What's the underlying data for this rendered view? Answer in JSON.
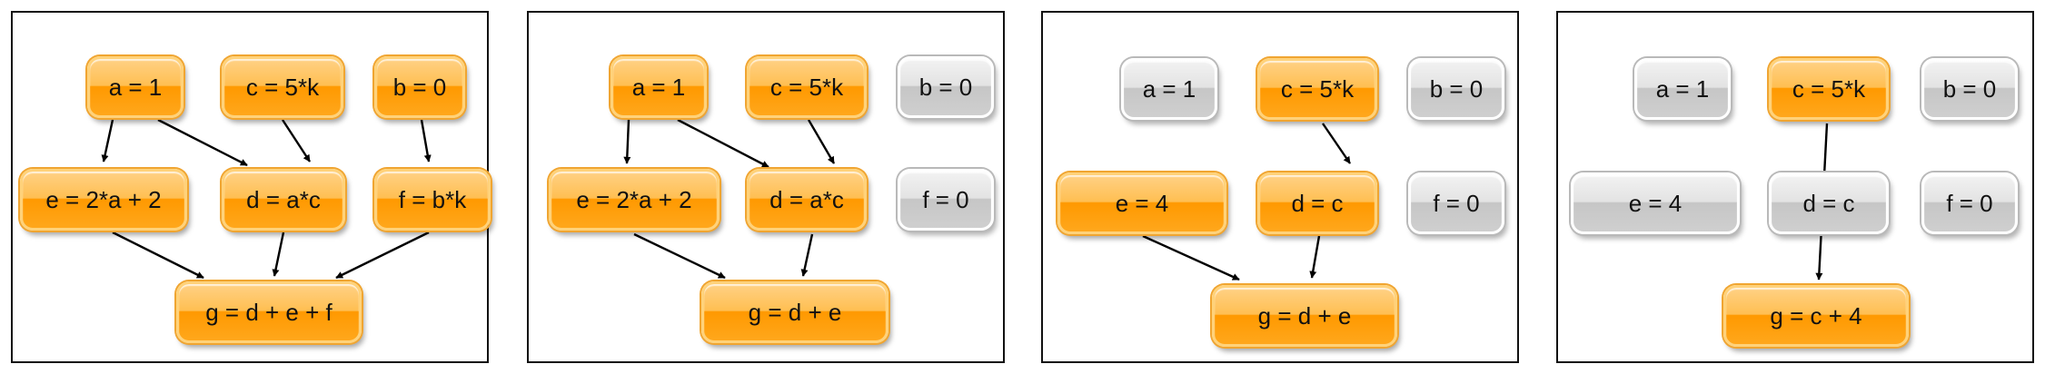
{
  "panels": [
    {
      "nodes": [
        {
          "id": "a",
          "label": "a = 1",
          "state": "active"
        },
        {
          "id": "c",
          "label": "c = 5*k",
          "state": "active"
        },
        {
          "id": "b",
          "label": "b = 0",
          "state": "active"
        },
        {
          "id": "e",
          "label": "e = 2*a + 2",
          "state": "active"
        },
        {
          "id": "d",
          "label": "d = a*c",
          "state": "active"
        },
        {
          "id": "f",
          "label": "f = b*k",
          "state": "active"
        },
        {
          "id": "g",
          "label": "g = d + e + f",
          "state": "active"
        }
      ],
      "edges": [
        [
          "a",
          "e"
        ],
        [
          "a",
          "d"
        ],
        [
          "c",
          "d"
        ],
        [
          "b",
          "f"
        ],
        [
          "e",
          "g"
        ],
        [
          "d",
          "g"
        ],
        [
          "f",
          "g"
        ]
      ]
    },
    {
      "nodes": [
        {
          "id": "a",
          "label": "a = 1",
          "state": "active"
        },
        {
          "id": "c",
          "label": "c = 5*k",
          "state": "active"
        },
        {
          "id": "b",
          "label": "b = 0",
          "state": "inactive"
        },
        {
          "id": "e",
          "label": "e = 2*a + 2",
          "state": "active"
        },
        {
          "id": "d",
          "label": "d = a*c",
          "state": "active"
        },
        {
          "id": "f",
          "label": "f = 0",
          "state": "inactive"
        },
        {
          "id": "g",
          "label": "g = d + e",
          "state": "active"
        }
      ],
      "edges": [
        [
          "a",
          "e"
        ],
        [
          "a",
          "d"
        ],
        [
          "c",
          "d"
        ],
        [
          "e",
          "g"
        ],
        [
          "d",
          "g"
        ]
      ]
    },
    {
      "nodes": [
        {
          "id": "a",
          "label": "a = 1",
          "state": "inactive"
        },
        {
          "id": "c",
          "label": "c = 5*k",
          "state": "active"
        },
        {
          "id": "b",
          "label": "b = 0",
          "state": "inactive"
        },
        {
          "id": "e",
          "label": "e = 4",
          "state": "active"
        },
        {
          "id": "d",
          "label": "d = c",
          "state": "active"
        },
        {
          "id": "f",
          "label": "f = 0",
          "state": "inactive"
        },
        {
          "id": "g",
          "label": "g = d + e",
          "state": "active"
        }
      ],
      "edges": [
        [
          "c",
          "d"
        ],
        [
          "e",
          "g"
        ],
        [
          "d",
          "g"
        ]
      ]
    },
    {
      "nodes": [
        {
          "id": "a",
          "label": "a = 1",
          "state": "inactive"
        },
        {
          "id": "c",
          "label": "c = 5*k",
          "state": "active"
        },
        {
          "id": "b",
          "label": "b = 0",
          "state": "inactive"
        },
        {
          "id": "e",
          "label": "e = 4",
          "state": "inactive"
        },
        {
          "id": "d",
          "label": "d = c",
          "state": "inactive"
        },
        {
          "id": "f",
          "label": "f = 0",
          "state": "inactive"
        },
        {
          "id": "g",
          "label": "g = c + 4",
          "state": "active"
        }
      ],
      "edges": [
        [
          "c",
          "g"
        ]
      ]
    }
  ],
  "colors": {
    "active_node": "#ff9900",
    "inactive_node": "#cfcfcf",
    "edge": "#000000",
    "panel_border": "#111111"
  }
}
